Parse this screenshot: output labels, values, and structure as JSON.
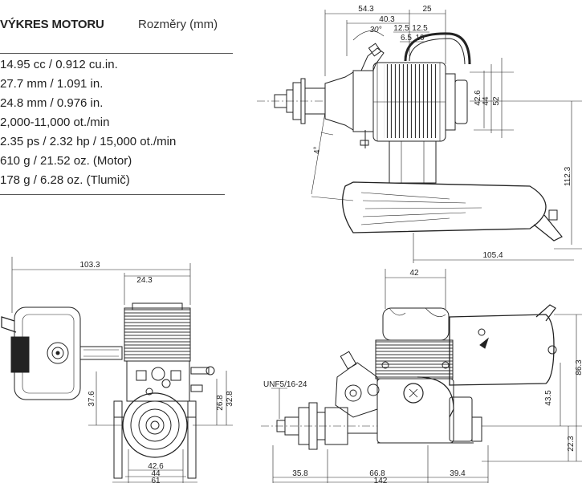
{
  "header": {
    "title": "VÝKRES MOTORU",
    "units": "Rozměry (mm)"
  },
  "specs": [
    "14.95 cc / 0.912 cu.in.",
    "27.7 mm / 1.091 in.",
    "24.8 mm / 0.976 in.",
    "2,000-11,000 ot./min",
    "2.35 ps / 2.32 hp / 15,000 ot./min",
    "610 g / 21.52 oz.  (Motor)",
    "178 g / 6.28 oz.   (Tlumič)"
  ],
  "top_view": {
    "dims": {
      "d54_3": "54.3",
      "d40_3": "40.3",
      "d25": "25",
      "d12_5a": "12.5",
      "d12_5b": "12.5",
      "d6_5": "6.5",
      "d10": "10",
      "angle30": "30°",
      "angle4": "4°",
      "d42_6": "42.6",
      "d44": "44",
      "d52": "52",
      "d112_3": "112.3",
      "d105_4": "105.4"
    }
  },
  "front_view": {
    "dims": {
      "d103_3": "103.3",
      "d24_3": "24.3",
      "d37_6": "37.6",
      "d26_8": "26.8",
      "d32_8": "32.8",
      "d42_6": "42.6",
      "d44": "44",
      "d61": "61"
    }
  },
  "side_view": {
    "dims": {
      "d42": "42",
      "thread": "UNF5/16-24",
      "d86_3": "86.3",
      "d43_5": "43.5",
      "d22_3": "22.3",
      "d35_8": "35.8",
      "d66_8": "66.8",
      "d39_4": "39.4",
      "d142": "142"
    }
  }
}
